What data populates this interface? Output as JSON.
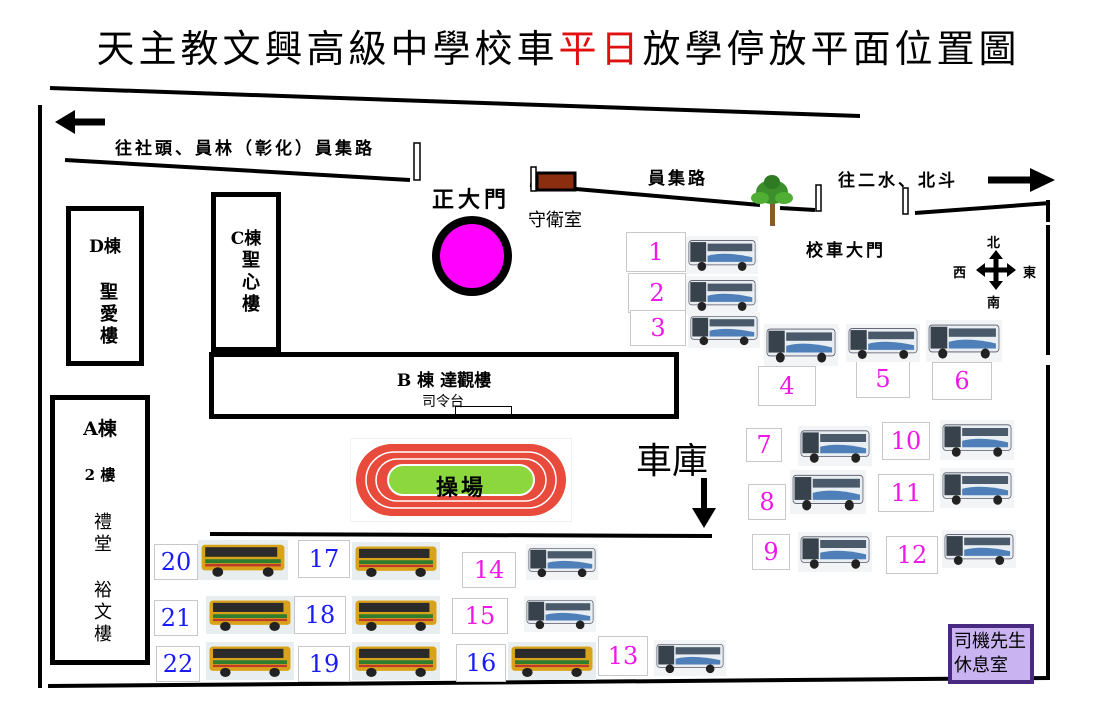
{
  "title": {
    "part1": "天主教文興高級中學校車",
    "highlight": "平日",
    "part2": "放學停放平面位置圖"
  },
  "roads": {
    "west_direction": "往社頭、員林（彰化）員集路",
    "road_name": "員集路",
    "east_direction": "往二水、北斗"
  },
  "gates": {
    "main_gate": "正大門",
    "guard_room": "守衛室",
    "bus_gate": "校車大門"
  },
  "compass": {
    "north": "北",
    "south": "南",
    "west": "西",
    "east": "東"
  },
  "buildings": {
    "d": {
      "name": "D棟",
      "sub": "聖愛樓"
    },
    "c": {
      "name": "C棟",
      "sub": "聖心樓"
    },
    "b": {
      "name": "B 棟 達觀樓",
      "stage": "司令台"
    },
    "a": {
      "name": "A棟",
      "floor": "2 樓",
      "hall": "禮堂",
      "sub": "裕文樓"
    }
  },
  "field": {
    "label": "操場"
  },
  "garage": {
    "label": "車庫"
  },
  "driver_room": {
    "label": "司機先生休息室"
  },
  "spots": [
    {
      "num": "1",
      "color": "magenta",
      "bus": "white"
    },
    {
      "num": "2",
      "color": "magenta",
      "bus": "white"
    },
    {
      "num": "3",
      "color": "magenta",
      "bus": "white"
    },
    {
      "num": "4",
      "color": "magenta",
      "bus": "white"
    },
    {
      "num": "5",
      "color": "magenta",
      "bus": "white"
    },
    {
      "num": "6",
      "color": "magenta",
      "bus": "white"
    },
    {
      "num": "7",
      "color": "magenta",
      "bus": "white"
    },
    {
      "num": "8",
      "color": "magenta",
      "bus": "white"
    },
    {
      "num": "9",
      "color": "magenta",
      "bus": "white"
    },
    {
      "num": "10",
      "color": "magenta",
      "bus": "white"
    },
    {
      "num": "11",
      "color": "magenta",
      "bus": "white"
    },
    {
      "num": "12",
      "color": "magenta",
      "bus": "white"
    },
    {
      "num": "13",
      "color": "magenta",
      "bus": "white"
    },
    {
      "num": "14",
      "color": "magenta",
      "bus": "white"
    },
    {
      "num": "15",
      "color": "magenta",
      "bus": "white"
    },
    {
      "num": "16",
      "color": "blue",
      "bus": "yellow"
    },
    {
      "num": "17",
      "color": "blue",
      "bus": "yellow"
    },
    {
      "num": "18",
      "color": "blue",
      "bus": "yellow"
    },
    {
      "num": "19",
      "color": "blue",
      "bus": "yellow"
    },
    {
      "num": "20",
      "color": "blue",
      "bus": "yellow"
    },
    {
      "num": "21",
      "color": "blue",
      "bus": "yellow"
    },
    {
      "num": "22",
      "color": "blue",
      "bus": "yellow"
    }
  ],
  "colors": {
    "title_highlight": "#e01010",
    "magenta_number": "#ee18e8",
    "blue_number": "#1a1aff",
    "main_gate_circle": "#ff00ff",
    "track": "#e84a3c",
    "field": "#8cd63e",
    "driver_room": "#c9b3f0"
  }
}
